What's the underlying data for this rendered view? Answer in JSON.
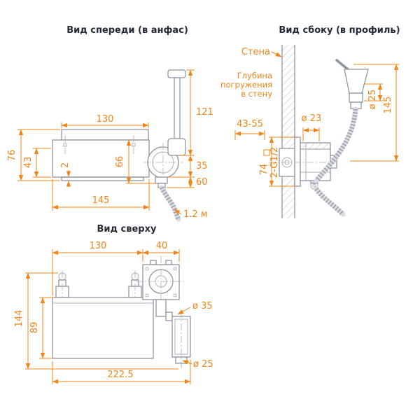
{
  "colors": {
    "accent": "#f08416",
    "line": "#8f95a0",
    "title_text": "#242b36",
    "background": "#ffffff"
  },
  "front": {
    "title": "Вид спереди (в анфас)",
    "dim_width_top": "130",
    "dim_handle_height": "121",
    "dim_right_mid": "35",
    "dim_right_low": "60",
    "dim_left_total": "76",
    "dim_left_body": "43",
    "dim_plate": "2",
    "dim_body_height": "66",
    "dim_width_bottom": "145",
    "hose_length": "1.2 м"
  },
  "side": {
    "title": "Вид сбоку (в профиль)",
    "wall_label": "Стена",
    "depth_line1": "Глубина",
    "depth_line2": "погружения",
    "depth_line3": "в стену",
    "depth_range": "43-55",
    "dim_body_dia": "ø 23",
    "dim_square": "74",
    "thread": "2-G1/2",
    "dim_head_dia": "ø 25",
    "dim_head_height": "145"
  },
  "top": {
    "title": "Вид сверху",
    "dim_width_body": "130",
    "dim_width_mixer": "40",
    "dim_depth_total": "144",
    "dim_depth_body": "89",
    "dim_width_total": "222.5",
    "dim_circle": "ø 35",
    "dim_outlet": "ø 25"
  }
}
